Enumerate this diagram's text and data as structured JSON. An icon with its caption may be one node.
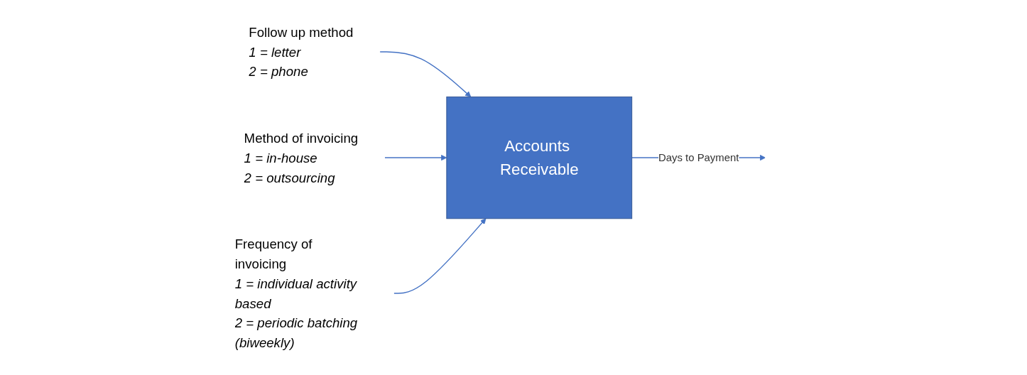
{
  "diagram": {
    "nodes": [
      {
        "text": [
          "Follow up method",
          "1 = letter",
          "2 = phone"
        ]
      },
      {
        "text": [
          "Method of invoicing",
          "1 = in-house",
          "2 = outsourcing"
        ]
      },
      {
        "text": [
          "Frequency of invoicing",
          "1 = individual activity based",
          "2 = periodic batching (biweekly)"
        ]
      },
      {
        "text": [
          "Accounts Receivable"
        ]
      }
    ],
    "edges": [
      {
        "from": 0,
        "to": 3,
        "arrow": "to"
      },
      {
        "from": 1,
        "to": 3,
        "arrow": "to"
      },
      {
        "from": 2,
        "to": 3,
        "arrow": "to"
      },
      {
        "from": 3,
        "to": null,
        "label": "Days to Payment",
        "arrow": "to"
      }
    ]
  }
}
